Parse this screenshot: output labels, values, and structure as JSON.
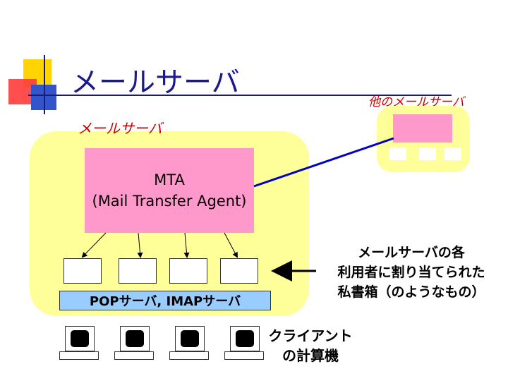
{
  "title": "メールサーバ",
  "server_label": "メールサーバ",
  "other_server_label": "他のメールサーバ",
  "mta": {
    "line1": "MTA",
    "line2": "(Mail Transfer Agent)"
  },
  "pop_imap_label": "POPサーバ, IMAPサーバ",
  "mailbox_note": [
    "メールサーバの各",
    "利用者に割り当てられた",
    "私書箱（のようなもの）"
  ],
  "client_label": [
    "クライアント",
    "の計算機"
  ],
  "colors": {
    "title": "#1a1a8c",
    "label_red": "#cc0000",
    "server_bg": "#ffff99",
    "mta_bg": "#ff99cc",
    "pop_bg": "#99ccff",
    "link_line": "#0000cc"
  }
}
